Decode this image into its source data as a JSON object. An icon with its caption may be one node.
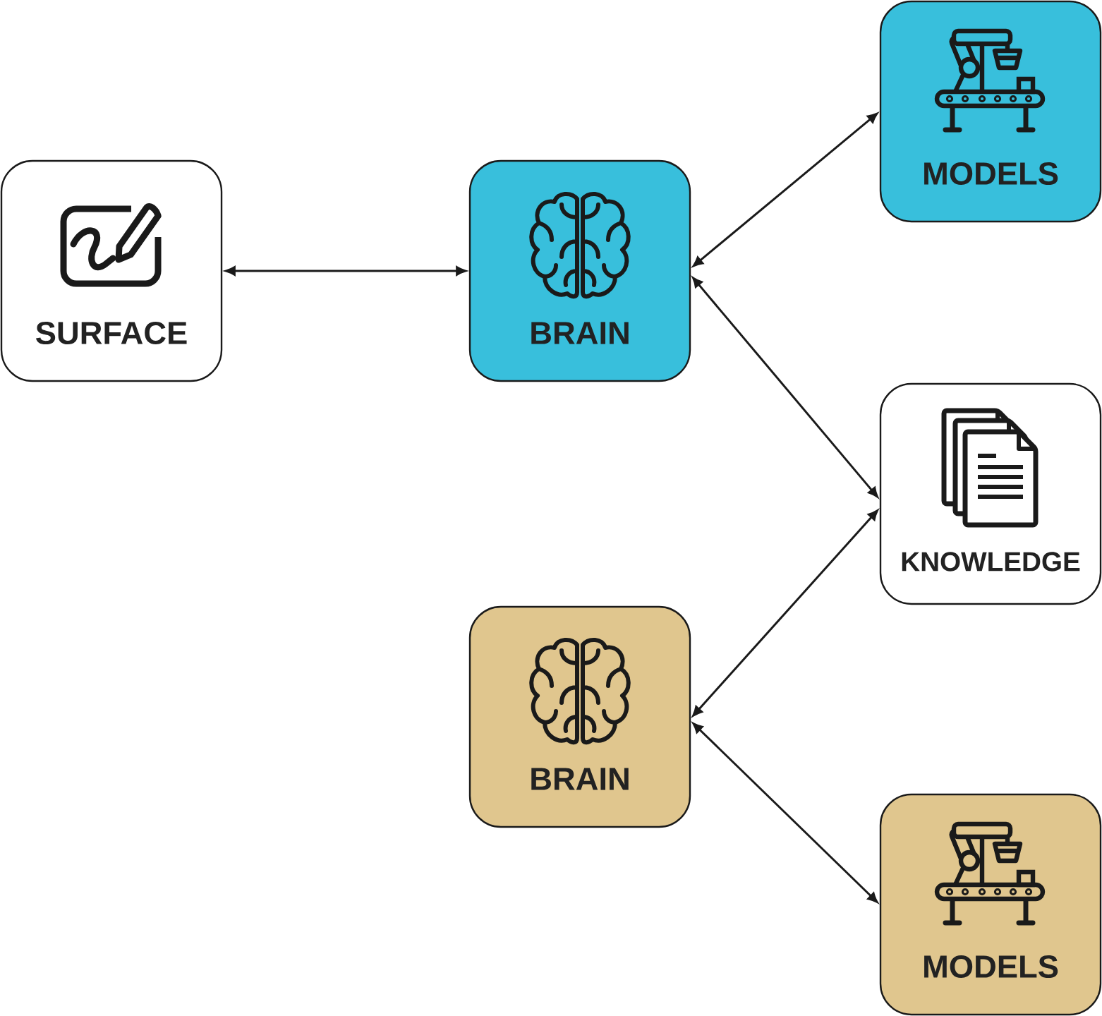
{
  "diagram": {
    "nodes": [
      {
        "text": [
          "SURFACE"
        ]
      },
      {
        "text": [
          "BRAIN"
        ]
      },
      {
        "text": [
          "MODELS"
        ]
      },
      {
        "text": [
          "KNOWLEDGE"
        ]
      },
      {
        "text": [
          "BRAIN"
        ]
      },
      {
        "text": [
          "MODELS"
        ]
      }
    ],
    "edges": [
      {
        "from": 0,
        "to": 1,
        "arrow": "both"
      },
      {
        "from": 1,
        "to": 2,
        "arrow": "both"
      },
      {
        "from": 1,
        "to": 3,
        "arrow": "both"
      },
      {
        "from": 4,
        "to": 3,
        "arrow": "both"
      },
      {
        "from": 4,
        "to": 5,
        "arrow": "both"
      }
    ]
  }
}
